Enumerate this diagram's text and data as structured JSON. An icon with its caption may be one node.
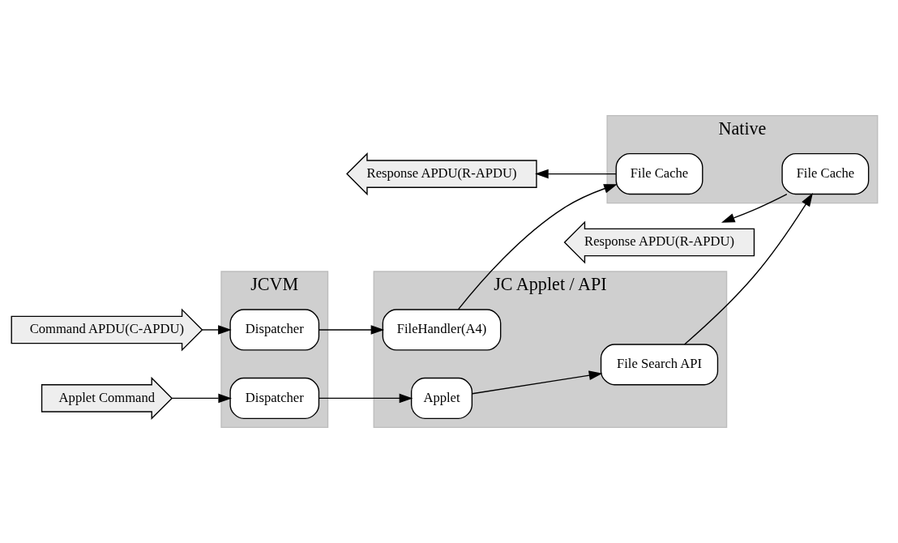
{
  "diagram": {
    "nodes": [
      {
        "text": [
          "JCVM"
        ]
      },
      {
        "text": [
          "JC Applet / API"
        ]
      },
      {
        "text": [
          "Native"
        ]
      },
      {
        "text": [
          "Command APDU(C-APDU)"
        ]
      },
      {
        "text": [
          "Dispatcher"
        ],
        "in": 0
      },
      {
        "text": [
          "FileHandler(A4)"
        ],
        "in": 1
      },
      {
        "text": [
          "File Cache"
        ],
        "in": 2
      },
      {
        "text": [
          "Response APDU(R-APDU)"
        ]
      },
      {
        "text": [
          "Applet Command"
        ]
      },
      {
        "text": [
          "Dispatcher"
        ],
        "in": 0
      },
      {
        "text": [
          "Applet"
        ],
        "in": 1
      },
      {
        "text": [
          "File Search API"
        ],
        "in": 1
      },
      {
        "text": [
          "File Cache"
        ],
        "in": 2
      },
      {
        "text": [
          "Response APDU(R-APDU)"
        ]
      }
    ],
    "edges": [
      {
        "from": 3,
        "to": 4,
        "arrow": "to"
      },
      {
        "from": 4,
        "to": 5,
        "arrow": "to"
      },
      {
        "from": 5,
        "to": 6,
        "arrow": "to"
      },
      {
        "from": 6,
        "to": 7,
        "arrow": "to"
      },
      {
        "from": 8,
        "to": 9,
        "arrow": "to"
      },
      {
        "from": 9,
        "to": 10,
        "arrow": "to"
      },
      {
        "from": 10,
        "to": 11,
        "arrow": "to"
      },
      {
        "from": 11,
        "to": 12,
        "arrow": "to"
      },
      {
        "from": 12,
        "to": 13,
        "arrow": "to"
      }
    ]
  }
}
